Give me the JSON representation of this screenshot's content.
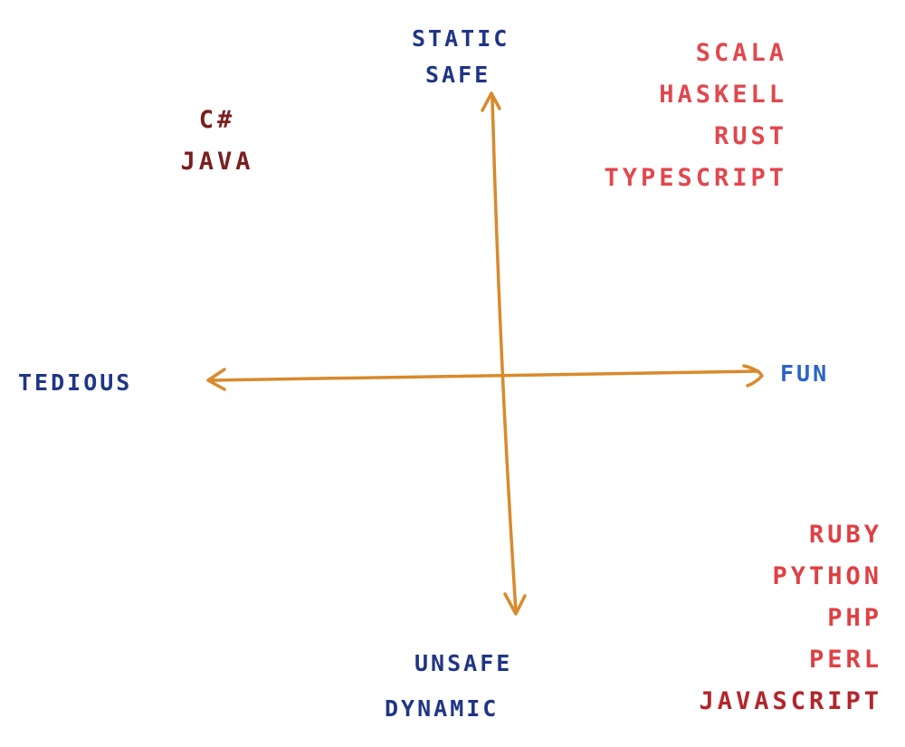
{
  "axes": {
    "top": [
      "STATIC",
      "SAFE"
    ],
    "bottom": [
      "UNSAFE",
      "DYNAMIC"
    ],
    "left": "TEDIOUS",
    "right": "FUN"
  },
  "quadrants": {
    "top_left": [
      "C#",
      "JAVA"
    ],
    "top_right": [
      "SCALA",
      "HASKELL",
      "RUST",
      "TYPESCRIPT"
    ],
    "bottom_right": [
      "RUBY",
      "PYTHON",
      "PHP",
      "PERL",
      "JAVASCRIPT"
    ]
  },
  "colors": {
    "axis_lines": "#d88a2c",
    "axis_labels": "#1f3585",
    "fun_label": "#2a63c9",
    "top_left_items": "#7a1e1e",
    "right_items": "#e0484e"
  }
}
